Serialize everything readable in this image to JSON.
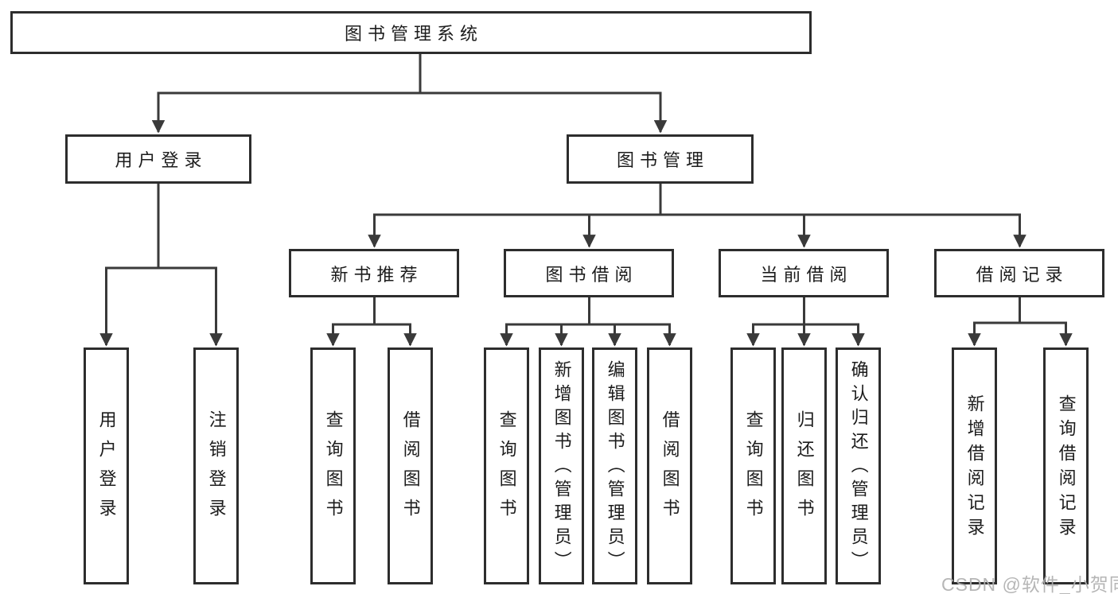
{
  "tree": {
    "root": "图书管理系统",
    "children": [
      {
        "label": "用户登录",
        "children": [
          {
            "label": "用户登录"
          },
          {
            "label": "注销登录"
          }
        ]
      },
      {
        "label": "图书管理",
        "children": [
          {
            "label": "新书推荐",
            "children": [
              {
                "label": "查询图书"
              },
              {
                "label": "借阅图书"
              }
            ]
          },
          {
            "label": "图书借阅",
            "children": [
              {
                "label": "查询图书"
              },
              {
                "label": "新增图书（管理员）"
              },
              {
                "label": "编辑图书（管理员）"
              },
              {
                "label": "借阅图书"
              }
            ]
          },
          {
            "label": "当前借阅",
            "children": [
              {
                "label": "查询图书"
              },
              {
                "label": "归还图书"
              },
              {
                "label": "确认归还（管理员）"
              }
            ]
          },
          {
            "label": "借阅记录",
            "children": [
              {
                "label": "新增借阅记录"
              },
              {
                "label": "查询借阅记录"
              }
            ]
          }
        ]
      }
    ]
  },
  "watermark": "CSDN @软件_小贺同学",
  "colors": {
    "line": "#3a3a3a",
    "box_border": "#2d2d2d",
    "text": "#1c1c1c",
    "watermark": "#b0b0b0",
    "background": "#ffffff"
  }
}
